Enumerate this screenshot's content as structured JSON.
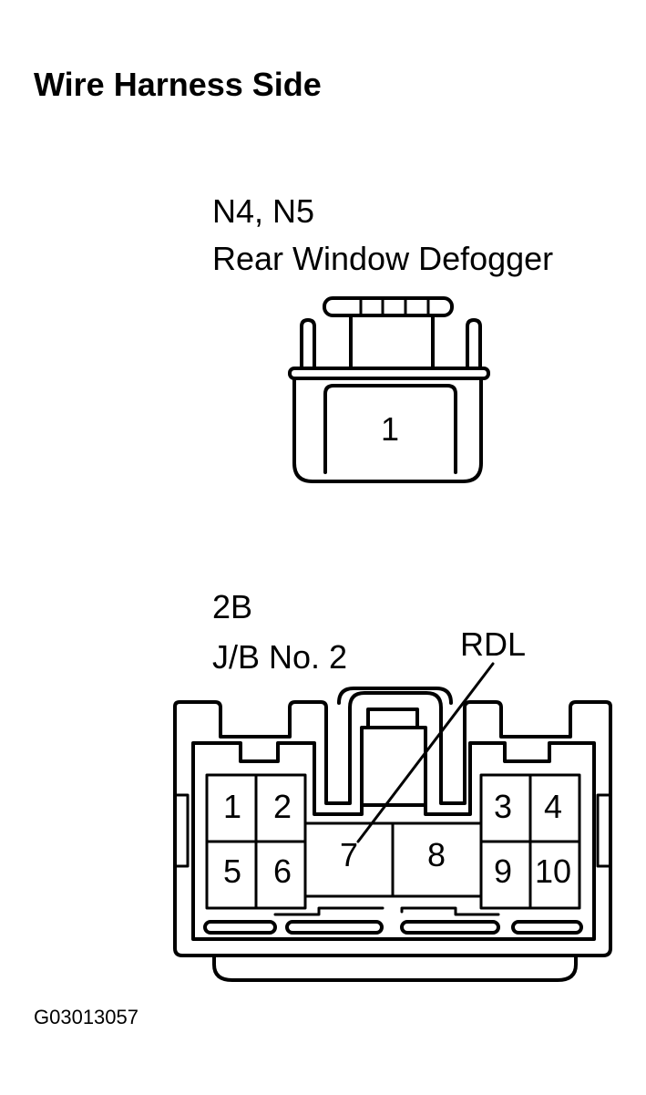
{
  "title": "Wire Harness Side",
  "connector1": {
    "code": "N4, N5",
    "name": "Rear Window Defogger",
    "pins": [
      "1"
    ]
  },
  "connector2": {
    "code": "2B",
    "name": "J/B No. 2",
    "pins": [
      "1",
      "2",
      "3",
      "4",
      "5",
      "6",
      "7",
      "8",
      "9",
      "10"
    ],
    "callout": "RDL"
  },
  "figure_id": "G03013057"
}
